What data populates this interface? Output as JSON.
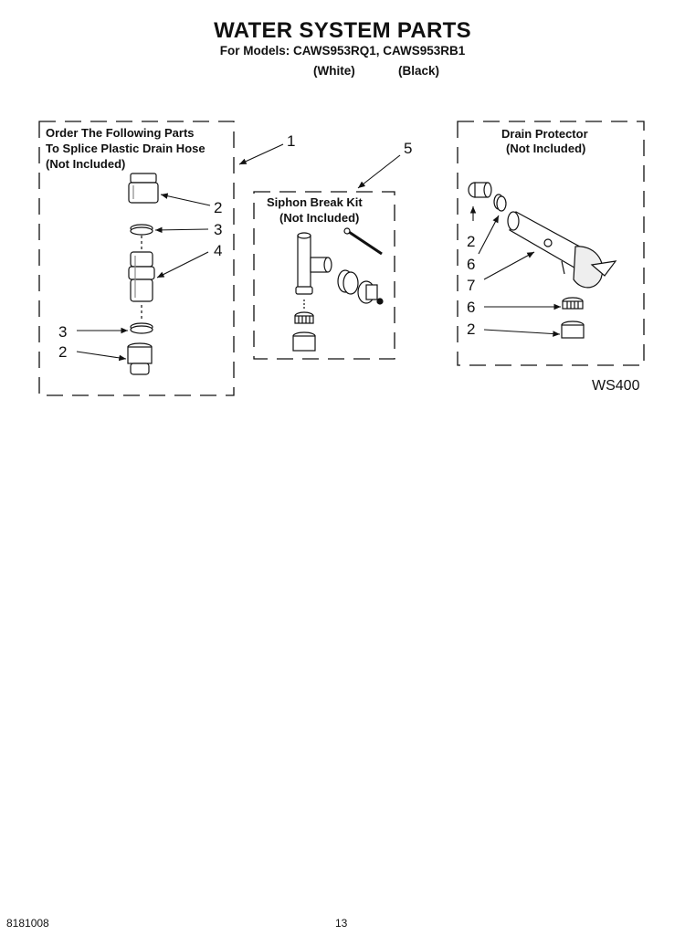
{
  "header": {
    "title": "WATER SYSTEM PARTS",
    "models_line": "For Models: CAWS953RQ1, CAWS953RB1",
    "variant_white": "(White)",
    "variant_black": "(Black)"
  },
  "group_splice": {
    "line1": "Order The Following Parts",
    "line2": "To Splice Plastic Drain Hose",
    "line3": "(Not Included)",
    "callout_kit": "1",
    "callouts": [
      "2",
      "3",
      "4",
      "3",
      "2"
    ]
  },
  "group_siphon": {
    "line1": "Siphon Break Kit",
    "line2": "(Not Included)",
    "callout_kit": "5"
  },
  "group_drain": {
    "line1": "Drain Protector",
    "line2": "(Not Included)",
    "callouts": [
      "2",
      "6",
      "7",
      "6",
      "2"
    ]
  },
  "diagram_code": "WS400",
  "footer": {
    "part_number": "8181008",
    "page_number": "13"
  }
}
